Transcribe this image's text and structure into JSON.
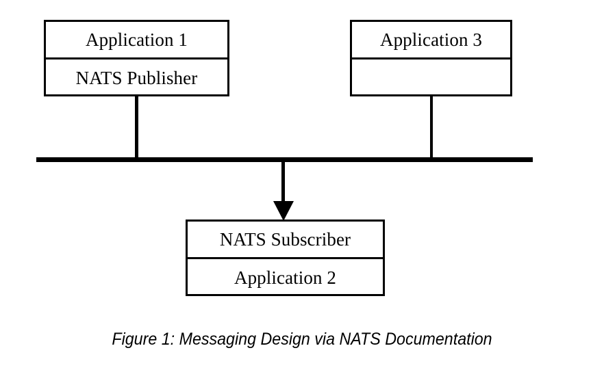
{
  "figure": {
    "caption": "Figure 1: Messaging Design via NATS Documentation",
    "background_color": "#ffffff",
    "line_color": "#000000"
  },
  "diagram": {
    "type": "messaging-architecture",
    "nodes": [
      {
        "id": "app1",
        "top_label": "Application 1",
        "bottom_label": "NATS Publisher",
        "role": "publisher"
      },
      {
        "id": "app3",
        "top_label": "Application 3",
        "bottom_label": "",
        "role": "connected"
      },
      {
        "id": "app2",
        "top_label": "NATS Subscriber",
        "bottom_label": "Application 2",
        "role": "subscriber"
      }
    ],
    "bus": {
      "label": "",
      "description": "NATS message bus"
    },
    "connections": [
      {
        "from": "app1",
        "to": "bus",
        "arrow": false
      },
      {
        "from": "app3",
        "to": "bus",
        "arrow": false
      },
      {
        "from": "bus",
        "to": "app2",
        "arrow": true
      }
    ]
  }
}
